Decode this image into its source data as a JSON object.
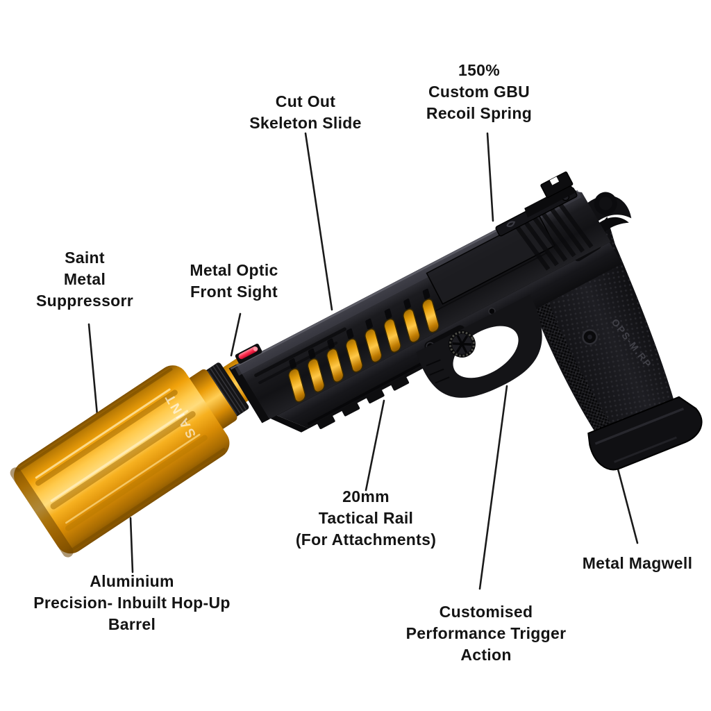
{
  "figure": {
    "description": "Annotated product diagram of a black pistol with gold suppressor",
    "background": "#FFFFFF"
  },
  "annotations": [
    {
      "id": "recoil-spring",
      "lines": [
        "150%",
        "Custom GBU",
        "Recoil Spring"
      ]
    },
    {
      "id": "skeleton-slide",
      "lines": [
        "Cut Out",
        "Skeleton Slide"
      ]
    },
    {
      "id": "suppressor",
      "lines": [
        "Saint",
        "Metal",
        "Suppressorr"
      ]
    },
    {
      "id": "front-sight",
      "lines": [
        "Metal Optic",
        "Front Sight"
      ]
    },
    {
      "id": "tactical-rail",
      "lines": [
        "20mm",
        "Tactical Rail",
        "(For Attachments)"
      ]
    },
    {
      "id": "magwell",
      "lines": [
        "Metal Magwell"
      ]
    },
    {
      "id": "barrel",
      "lines": [
        "Aluminium",
        "Precision- Inbuilt Hop-Up",
        "Barrel"
      ]
    },
    {
      "id": "trigger-action",
      "lines": [
        "Customised",
        "Performance Trigger",
        "Action"
      ]
    }
  ],
  "engravings": {
    "suppressor_brand": "SAINT",
    "grip_marking": "OPS-M.RP"
  },
  "colors": {
    "gold": "#F2A30C",
    "gold_highlight": "#FFD86E",
    "gun_black": "#17171A",
    "fiber_optic_red": "#FF2D4E",
    "leader_line": "#1A1A1A",
    "text": "#141414",
    "background": "#FFFFFF"
  }
}
